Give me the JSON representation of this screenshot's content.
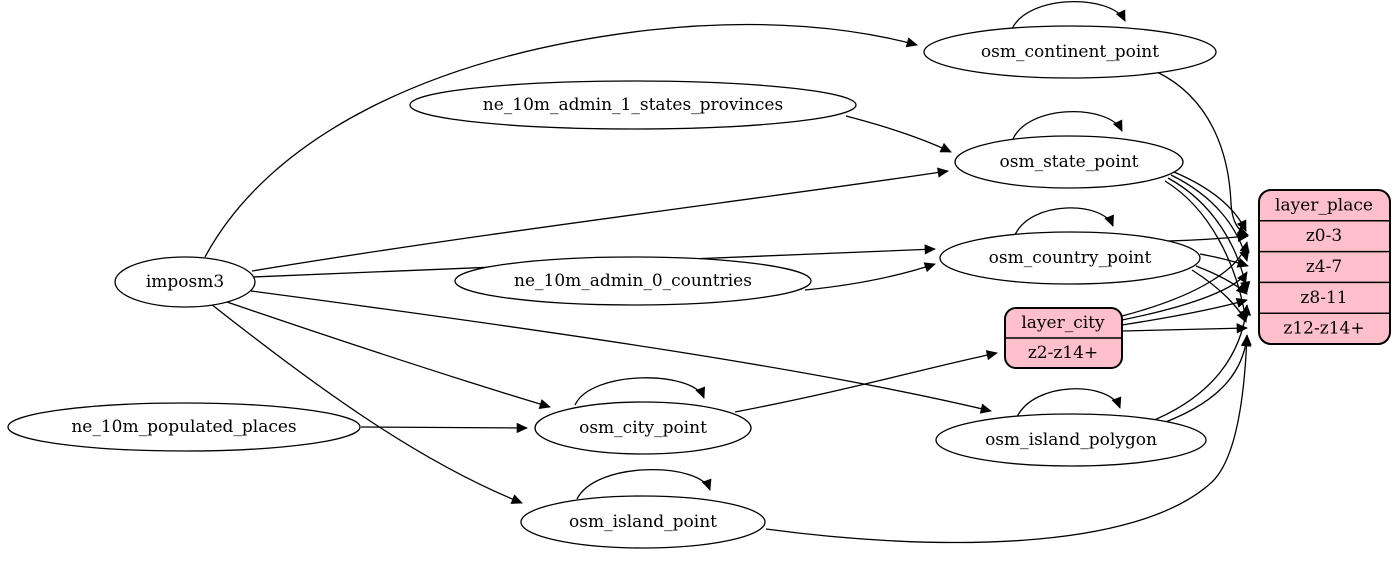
{
  "diagram": {
    "background": "#ffffff",
    "colors": {
      "node_fill": "#ffffff",
      "record_fill": "#ffc0cb",
      "stroke": "#000000",
      "text": "#000000"
    },
    "nodes": [
      {
        "id": "imposm3",
        "label": "imposm3"
      },
      {
        "id": "ne_10m_admin_1_states_provinces",
        "label": "ne_10m_admin_1_states_provinces"
      },
      {
        "id": "ne_10m_admin_0_countries",
        "label": "ne_10m_admin_0_countries"
      },
      {
        "id": "ne_10m_populated_places",
        "label": "ne_10m_populated_places"
      },
      {
        "id": "osm_continent_point",
        "label": "osm_continent_point"
      },
      {
        "id": "osm_state_point",
        "label": "osm_state_point"
      },
      {
        "id": "osm_country_point",
        "label": "osm_country_point"
      },
      {
        "id": "osm_city_point",
        "label": "osm_city_point"
      },
      {
        "id": "osm_island_polygon",
        "label": "osm_island_polygon"
      },
      {
        "id": "osm_island_point",
        "label": "osm_island_point"
      }
    ],
    "records": [
      {
        "id": "layer_city",
        "title": "layer_city",
        "rows": [
          "z2-z14+"
        ]
      },
      {
        "id": "layer_place",
        "title": "layer_place",
        "rows": [
          "z0-3",
          "z4-7",
          "z8-11",
          "z12-z14+"
        ]
      }
    ],
    "edges": [
      {
        "from": "imposm3",
        "to": "osm_continent_point"
      },
      {
        "from": "imposm3",
        "to": "osm_state_point"
      },
      {
        "from": "imposm3",
        "to": "osm_country_point"
      },
      {
        "from": "imposm3",
        "to": "osm_city_point"
      },
      {
        "from": "imposm3",
        "to": "osm_island_polygon"
      },
      {
        "from": "imposm3",
        "to": "osm_island_point"
      },
      {
        "from": "ne_10m_admin_1_states_provinces",
        "to": "osm_state_point"
      },
      {
        "from": "ne_10m_admin_0_countries",
        "to": "osm_country_point"
      },
      {
        "from": "ne_10m_populated_places",
        "to": "osm_city_point"
      },
      {
        "from": "osm_continent_point",
        "to": "osm_continent_point",
        "self_loop": true
      },
      {
        "from": "osm_state_point",
        "to": "osm_state_point",
        "self_loop": true
      },
      {
        "from": "osm_country_point",
        "to": "osm_country_point",
        "self_loop": true
      },
      {
        "from": "osm_city_point",
        "to": "osm_city_point",
        "self_loop": true
      },
      {
        "from": "osm_island_polygon",
        "to": "osm_island_polygon",
        "self_loop": true
      },
      {
        "from": "osm_island_point",
        "to": "osm_island_point",
        "self_loop": true
      },
      {
        "from": "osm_continent_point",
        "to": "layer_place",
        "to_port": "z0-3"
      },
      {
        "from": "osm_state_point",
        "to": "layer_place",
        "to_port": "z0-3"
      },
      {
        "from": "osm_state_point",
        "to": "layer_place",
        "to_port": "z4-7"
      },
      {
        "from": "osm_state_point",
        "to": "layer_place",
        "to_port": "z8-11"
      },
      {
        "from": "osm_state_point",
        "to": "layer_place",
        "to_port": "z12-z14+"
      },
      {
        "from": "osm_country_point",
        "to": "layer_place",
        "to_port": "z0-3"
      },
      {
        "from": "osm_country_point",
        "to": "layer_place",
        "to_port": "z4-7"
      },
      {
        "from": "osm_country_point",
        "to": "layer_place",
        "to_port": "z8-11"
      },
      {
        "from": "osm_country_point",
        "to": "layer_place",
        "to_port": "z12-z14+"
      },
      {
        "from": "osm_city_point",
        "to": "layer_city",
        "to_port": "z2-z14+"
      },
      {
        "from": "layer_city",
        "to": "layer_place",
        "to_port": "z0-3"
      },
      {
        "from": "layer_city",
        "to": "layer_place",
        "to_port": "z4-7"
      },
      {
        "from": "layer_city",
        "to": "layer_place",
        "to_port": "z8-11"
      },
      {
        "from": "layer_city",
        "to": "layer_place",
        "to_port": "z12-z14+"
      },
      {
        "from": "osm_island_polygon",
        "to": "layer_place",
        "to_port": "z8-11"
      },
      {
        "from": "osm_island_polygon",
        "to": "layer_place",
        "to_port": "z12-z14+"
      },
      {
        "from": "osm_island_point",
        "to": "layer_place",
        "to_port": "z12-z14+"
      }
    ]
  }
}
